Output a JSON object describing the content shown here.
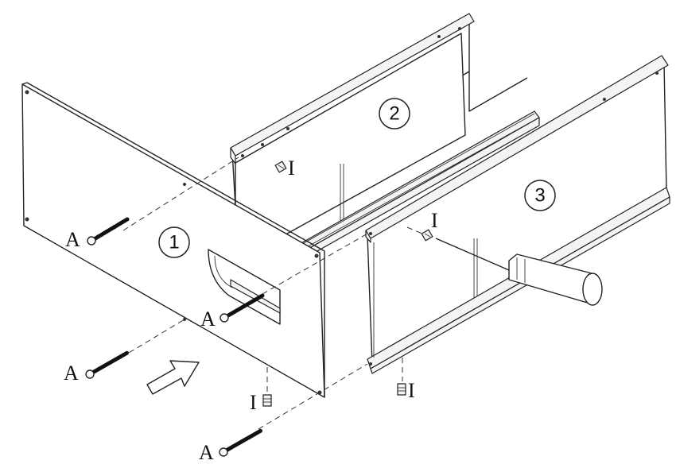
{
  "parts": {
    "panel_front": "1",
    "panel_left": "2",
    "panel_right": "3"
  },
  "fasteners": {
    "screw_label": "A",
    "insert_label": "I"
  },
  "icons": {
    "arrow": "insert-direction-arrow-icon",
    "screwdriver": "screwdriver-icon"
  }
}
